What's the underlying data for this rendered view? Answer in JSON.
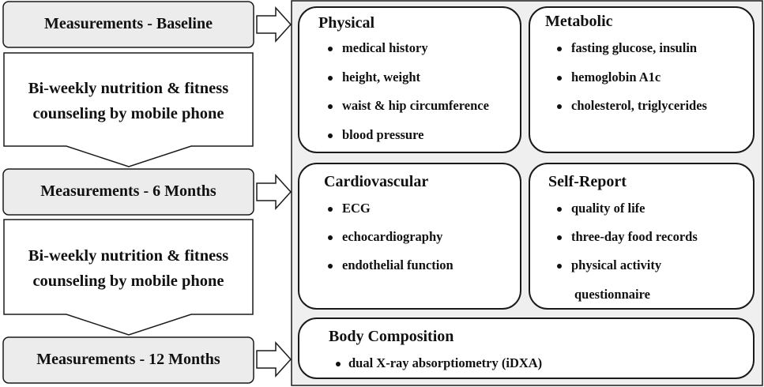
{
  "steps": {
    "baseline": "Measurements - Baseline",
    "counseling_1": [
      "Bi-weekly nutrition & fitness",
      "counseling by mobile phone"
    ],
    "six_months": "Measurements - 6 Months",
    "counseling_2": [
      "Bi-weekly nutrition & fitness",
      "counseling by mobile phone"
    ],
    "twelve_months": "Measurements - 12 Months"
  },
  "categories": {
    "physical": {
      "title": "Physical",
      "items": [
        "medical history",
        "height, weight",
        "waist & hip circumference",
        "blood pressure"
      ]
    },
    "metabolic": {
      "title": "Metabolic",
      "items": [
        "fasting glucose, insulin",
        "hemoglobin A1c",
        "cholesterol, triglycerides"
      ]
    },
    "cardiovascular": {
      "title": "Cardiovascular",
      "items": [
        "ECG",
        "echocardiography",
        "endothelial function"
      ]
    },
    "self_report": {
      "title": "Self-Report",
      "items": [
        "quality of life",
        "three-day food records",
        "physical activity",
        "questionnaire"
      ]
    },
    "body_composition": {
      "title": "Body Composition",
      "items": [
        "dual X-ray absorptiometry (iDXA)"
      ]
    }
  },
  "colors": {
    "panel_fill": "#efefef",
    "step_fill": "#ececec",
    "box_fill": "#ffffff",
    "stroke": "#1a1a1a",
    "text": "#111111"
  }
}
